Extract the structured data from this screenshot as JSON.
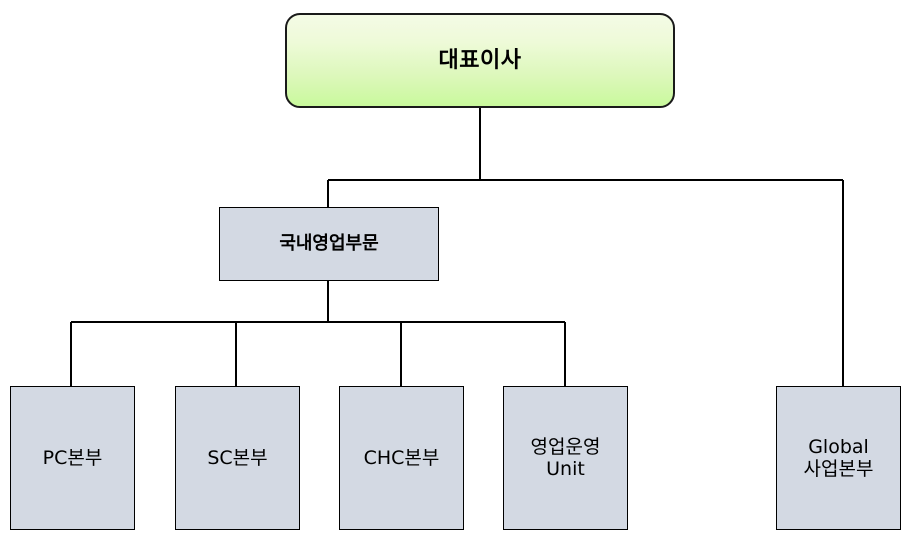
{
  "chart_data": {
    "type": "diagram",
    "title": "",
    "diagram_kind": "organization-chart",
    "orientation": "top-down",
    "levels": 3,
    "nodes": [
      {
        "id": "ceo",
        "label": "대표이사",
        "level": 1,
        "parent": null,
        "shape": "rounded-rectangle",
        "fill": "#ccf9a0"
      },
      {
        "id": "domestic",
        "label": "국내영업부문",
        "level": 2,
        "parent": "ceo",
        "shape": "rectangle",
        "fill": "#d3d9e3"
      },
      {
        "id": "global",
        "label": "Global\n사업본부",
        "level": 2,
        "parent": "ceo",
        "shape": "rectangle",
        "fill": "#d3d9e3"
      },
      {
        "id": "pc",
        "label": "PC본부",
        "level": 3,
        "parent": "domestic",
        "shape": "rectangle",
        "fill": "#d3d9e3"
      },
      {
        "id": "sc",
        "label": "SC본부",
        "level": 3,
        "parent": "domestic",
        "shape": "rectangle",
        "fill": "#d3d9e3"
      },
      {
        "id": "chc",
        "label": "CHC본부",
        "level": 3,
        "parent": "domestic",
        "shape": "rectangle",
        "fill": "#d3d9e3"
      },
      {
        "id": "sales_ops",
        "label": "영업운영\nUnit",
        "level": 3,
        "parent": "domestic",
        "shape": "rectangle",
        "fill": "#d3d9e3"
      }
    ],
    "edges": [
      {
        "from": "ceo",
        "to": "domestic"
      },
      {
        "from": "ceo",
        "to": "global"
      },
      {
        "from": "domestic",
        "to": "pc"
      },
      {
        "from": "domestic",
        "to": "sc"
      },
      {
        "from": "domestic",
        "to": "chc"
      },
      {
        "from": "domestic",
        "to": "sales_ops"
      }
    ],
    "colors": {
      "root_gradient_top": "#f4fbe6",
      "root_gradient_bottom": "#c9f99c",
      "box_fill": "#d3d9e3",
      "border": "#000000",
      "connector": "#000000",
      "text": "#000000",
      "background": "#ffffff"
    }
  },
  "root": {
    "label": "대표이사"
  },
  "division": {
    "label": "국내영업부문"
  },
  "global": {
    "label": "Global\n사업본부"
  },
  "leaves": [
    {
      "label": "PC본부"
    },
    {
      "label": "SC본부"
    },
    {
      "label": "CHC본부"
    },
    {
      "label": "영업운영\nUnit"
    }
  ]
}
